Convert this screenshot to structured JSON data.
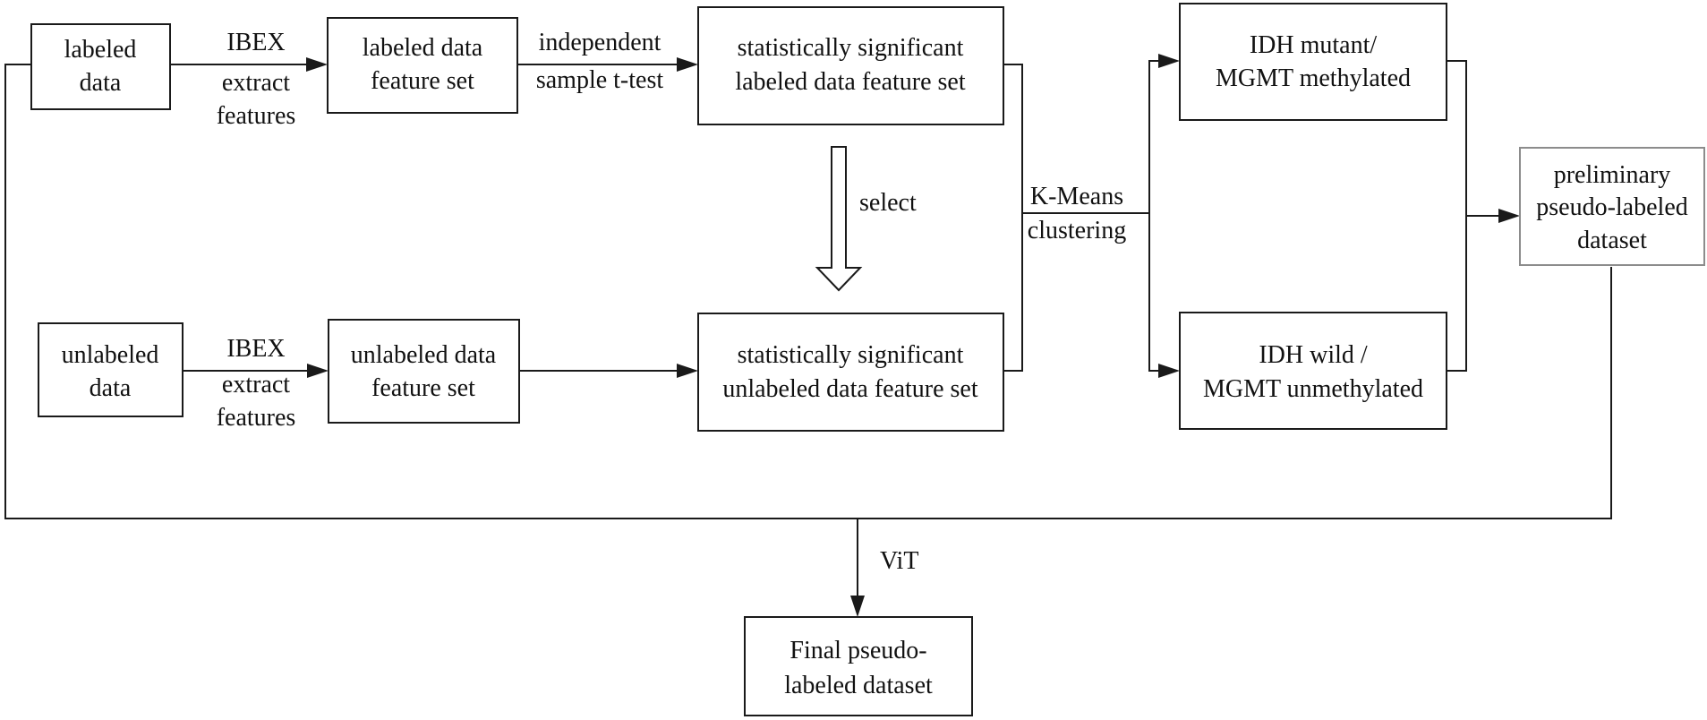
{
  "boxes": {
    "labeled_data": [
      "labeled",
      "data"
    ],
    "labeled_feature_set": [
      "labeled data",
      "feature set"
    ],
    "sig_labeled_feature_set": [
      "statistically significant",
      "labeled data feature set"
    ],
    "unlabeled_data": [
      "unlabeled",
      "data"
    ],
    "unlabeled_feature_set": [
      "unlabeled data",
      "feature set"
    ],
    "sig_unlabeled_feature_set": [
      "statistically significant",
      "unlabeled data feature set"
    ],
    "idh_mutant": [
      "IDH mutant/",
      "MGMT methylated"
    ],
    "idh_wild": [
      "IDH wild /",
      "MGMT unmethylated"
    ],
    "preliminary": [
      "preliminary",
      "pseudo-labeled",
      "dataset"
    ],
    "final": [
      "Final pseudo-",
      "labeled dataset"
    ]
  },
  "edge_labels": {
    "ibex_top": [
      "IBEX",
      "extract",
      "features"
    ],
    "ttest": [
      "independent",
      "sample t-test"
    ],
    "select": "select",
    "kmeans": [
      "K-Means",
      "clustering"
    ],
    "ibex_bottom": [
      "IBEX",
      "extract",
      "features"
    ],
    "vit": "ViT"
  }
}
